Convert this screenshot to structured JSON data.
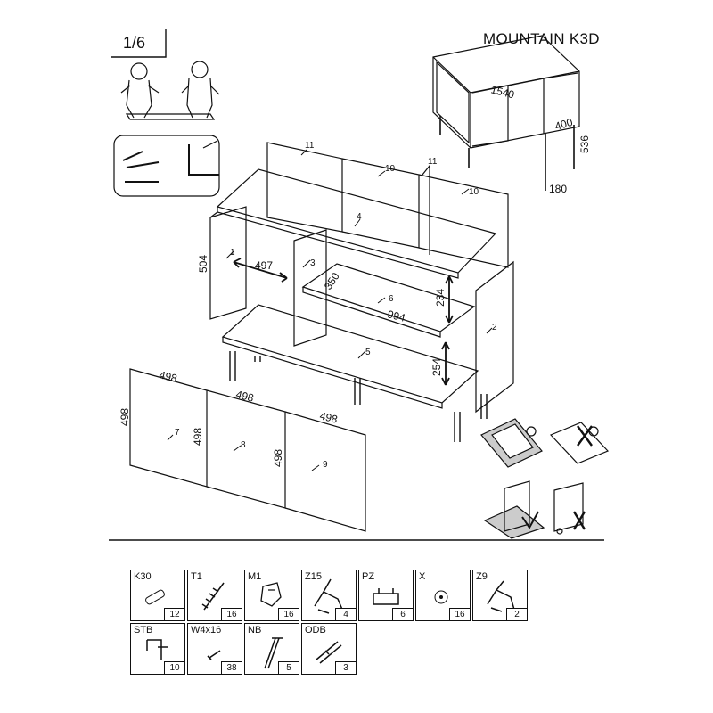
{
  "header": {
    "page": "1/6",
    "model": "MOUNTAIN K3D"
  },
  "overall_dims": {
    "width": "1540",
    "height": "536",
    "depth": "180",
    "body_height": "400"
  },
  "parts": {
    "p1": "1",
    "p2": "2",
    "p3": "3",
    "p4": "4",
    "p5": "5",
    "p6": "6",
    "p7": "7",
    "p8": "8",
    "p9": "9",
    "p10a": "10",
    "p10b": "10",
    "p11a": "11",
    "p11b": "11"
  },
  "dims": {
    "side_height": "504",
    "inner_width": "497",
    "partition_depth": "350",
    "shelf_width": "994",
    "upper_gap": "234",
    "lower_gap": "254",
    "door1_width": "498",
    "door2_width": "498",
    "door3_width": "498",
    "door1_height": "498",
    "door2_height": "498",
    "door3_height": "498"
  },
  "hardware": [
    {
      "code": "K30",
      "qty": "12",
      "icon": "dowel-icon"
    },
    {
      "code": "T1",
      "qty": "16",
      "icon": "screw-icon"
    },
    {
      "code": "M1",
      "qty": "16",
      "icon": "cam-lock-icon"
    },
    {
      "code": "Z15",
      "qty": "4",
      "icon": "hinge-icon"
    },
    {
      "code": "PZ",
      "qty": "6",
      "icon": "connector-icon"
    },
    {
      "code": "X",
      "qty": "16",
      "icon": "washer-icon"
    },
    {
      "code": "Z9",
      "qty": "2",
      "icon": "hinge-plate-icon"
    },
    {
      "code": "STB",
      "qty": "10",
      "icon": "bracket-icon"
    },
    {
      "code": "W4x16",
      "qty": "38",
      "icon": "small-screw-icon"
    },
    {
      "code": "NB",
      "qty": "5",
      "icon": "leg-icon"
    },
    {
      "code": "ODB",
      "qty": "3",
      "icon": "bumper-icon"
    }
  ]
}
